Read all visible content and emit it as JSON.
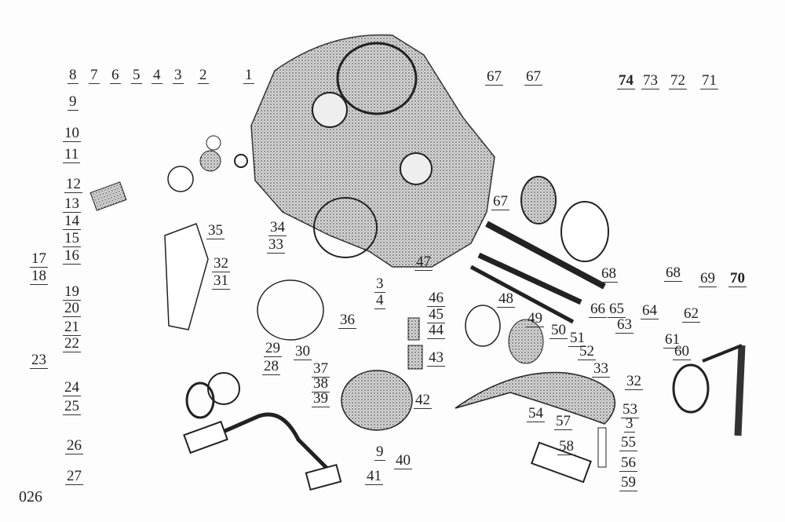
{
  "page_number": "026",
  "labels": [
    "1",
    "2",
    "3",
    "4",
    "5",
    "6",
    "7",
    "8",
    "9",
    "10",
    "11",
    "12",
    "13",
    "14",
    "15",
    "16",
    "17",
    "18",
    "19",
    "20",
    "21",
    "22",
    "23",
    "24",
    "25",
    "26",
    "27",
    "28",
    "29",
    "30",
    "31",
    "32",
    "33",
    "34",
    "35",
    "36",
    "37",
    "38",
    "39",
    "40",
    "41",
    "42",
    "43",
    "44",
    "45",
    "46",
    "47",
    "48",
    "49",
    "50",
    "51",
    "52",
    "33",
    "32",
    "53",
    "3",
    "54",
    "55",
    "56",
    "57",
    "58",
    "59",
    "60",
    "61",
    "62",
    "63",
    "64",
    "65",
    "66",
    "67",
    "67",
    "67",
    "68",
    "68",
    "69",
    "70",
    "71",
    "72",
    "73",
    "74",
    "3",
    "4",
    "9"
  ],
  "colors": {
    "ink": "#222222",
    "stipple": "#6a6a6a",
    "paper": "#fdfdfd"
  }
}
